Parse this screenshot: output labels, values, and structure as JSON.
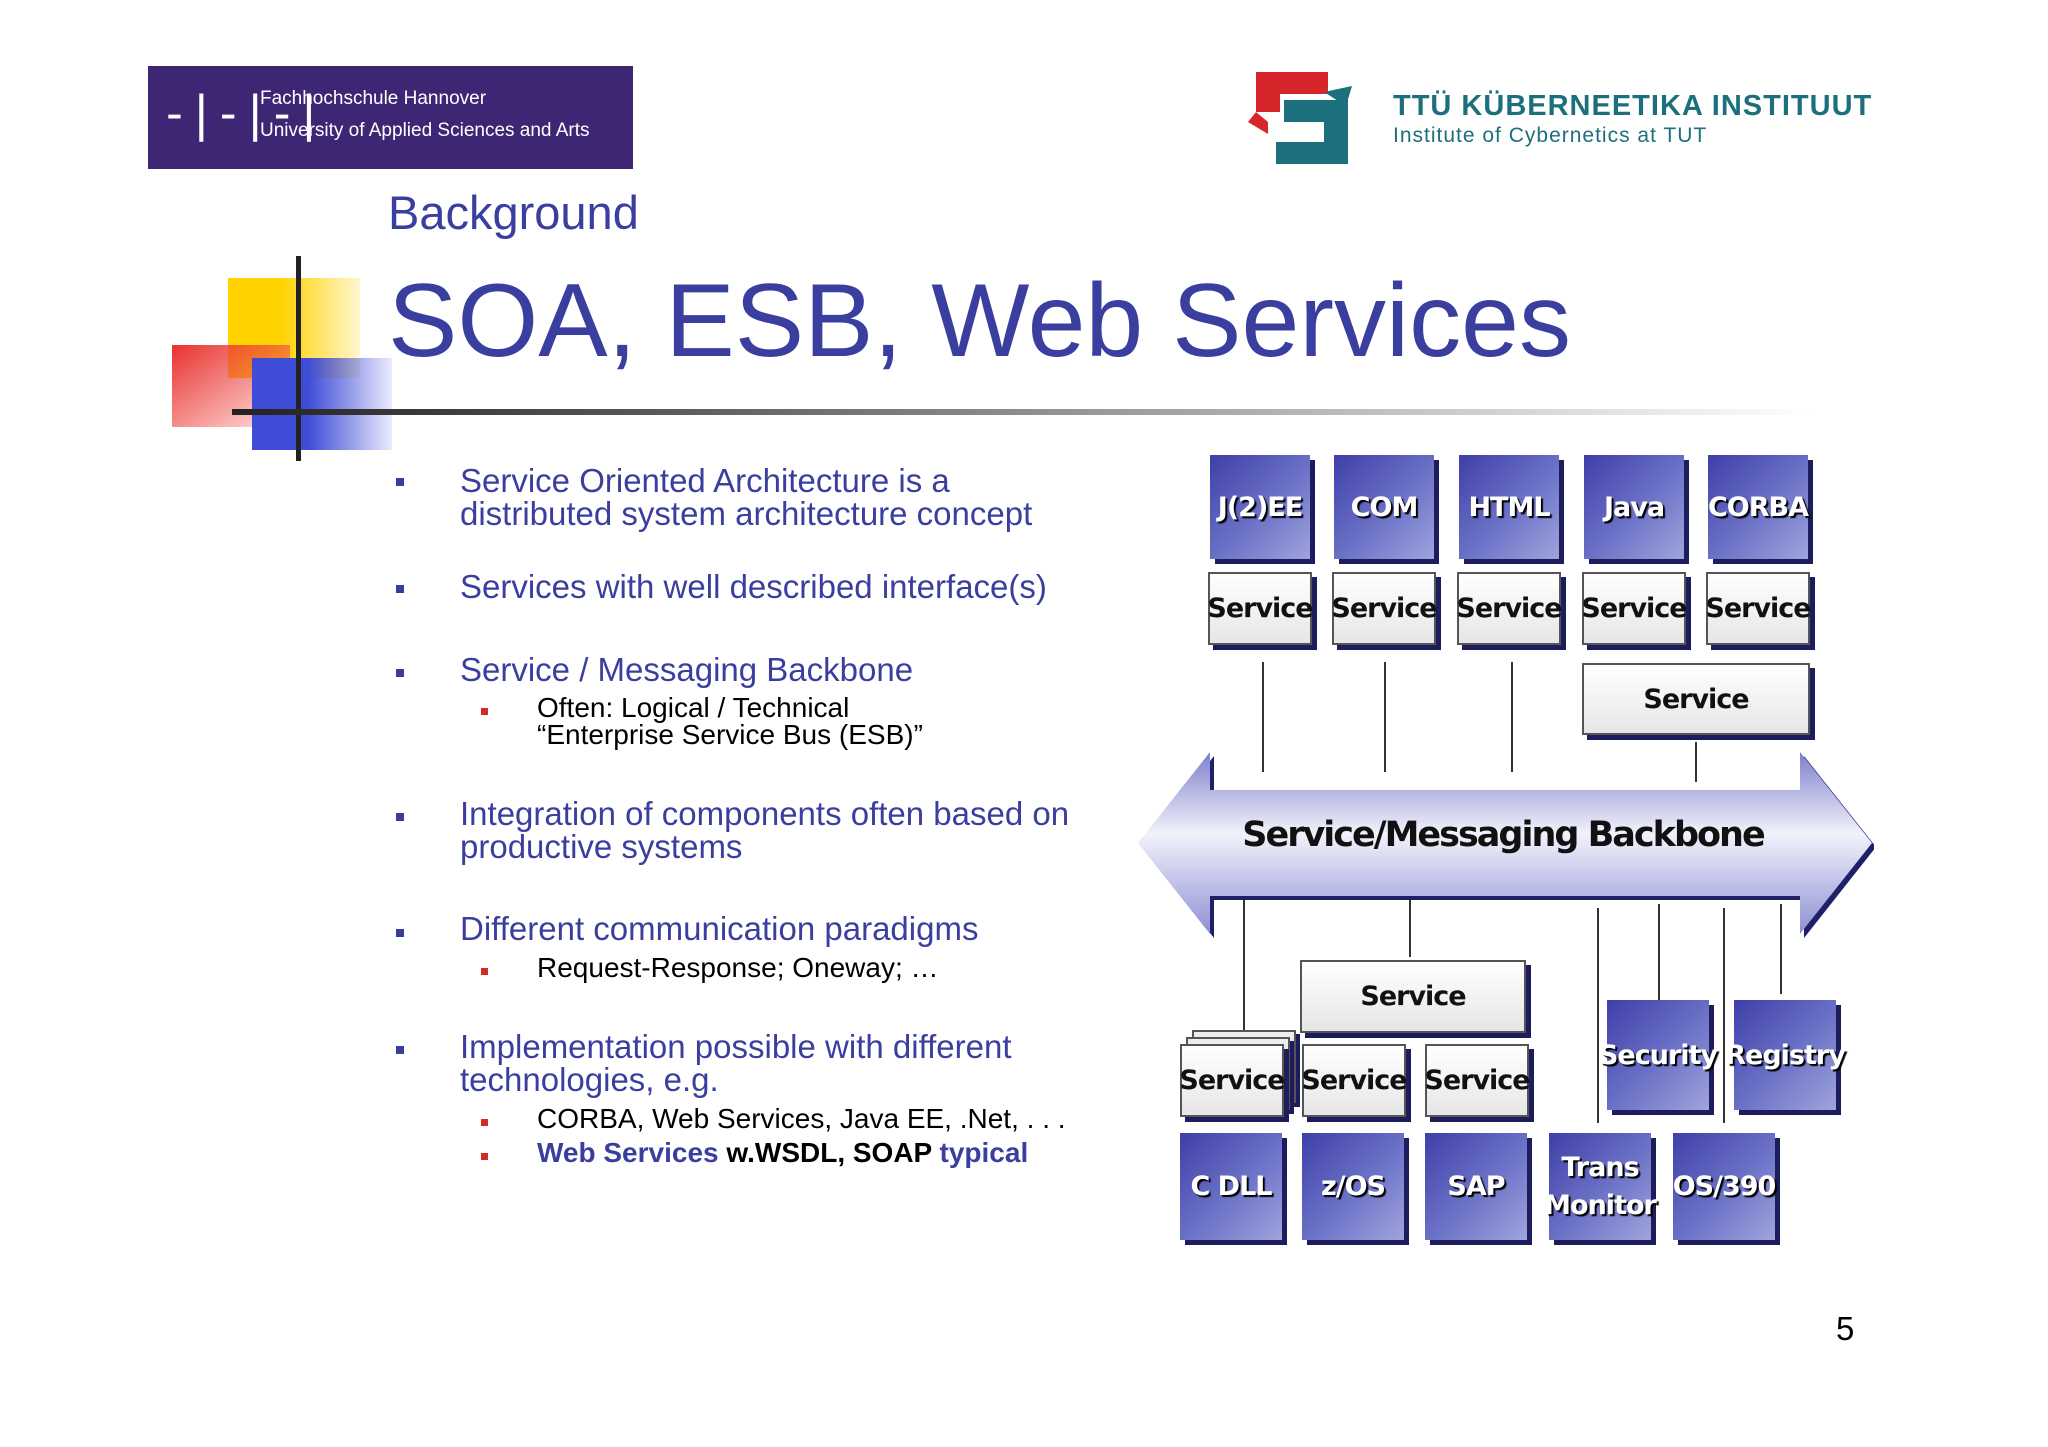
{
  "header": {
    "fh": {
      "mark": "-|-|-|",
      "line1": "Fachhochschule Hannover",
      "line2": "University of Applied Sciences and Arts"
    },
    "ttu": {
      "line1": "TTÜ KÜBERNEETIKA INSTITUUT",
      "line2": "Institute of Cybernetics at TUT"
    }
  },
  "slide": {
    "subtitle": "Background",
    "title": "SOA, ESB, Web Services",
    "page_number": "5"
  },
  "bullets": [
    {
      "text": "Service Oriented Architecture is a distributed system architecture concept"
    },
    {
      "text": "Services with well  described interface(s)"
    },
    {
      "text": "Service / Messaging Backbone",
      "sub": [
        "Often: Logical / Technical “Enterprise Service Bus (ESB)”"
      ]
    },
    {
      "text": "Integration of components often based on productive systems"
    },
    {
      "text": "Different communication paradigms",
      "sub": [
        "Request-Response; Oneway; …"
      ]
    },
    {
      "text": "Implementation possible with different technologies, e.g.",
      "sub": [
        "CORBA, Web Services, Java EE, .Net, . . ."
      ]
    }
  ],
  "ws_line": {
    "part1": "Web Services",
    "part2": " w.WSDL, SOAP ",
    "part3": "typical"
  },
  "diagram": {
    "top_tech": [
      "J(2)EE",
      "COM",
      "HTML",
      "Java",
      "CORBA"
    ],
    "service_label": "Service",
    "backbone_label": "Service/Messaging Backbone",
    "security": "Security",
    "registry": "Registry",
    "bottom_tech": [
      "C DLL",
      "z/OS",
      "SAP",
      "Trans Monitor",
      "OS/390"
    ]
  },
  "colors": {
    "title_blue": "#3a3f9f",
    "bullet_red": "#d42c24",
    "logo_purple": "#3e2675",
    "ttu_teal": "#1c6f7c",
    "box_blue": "#4a4fb0"
  }
}
